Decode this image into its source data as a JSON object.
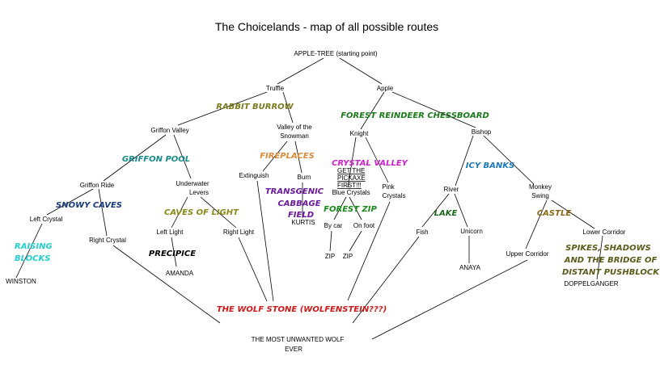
{
  "title": "The Choicelands - map of all possible routes",
  "nodes": {
    "start": "APPLE-TREE (starting point)",
    "truffle": "Truffle",
    "apple": "Apple",
    "griffon_valley": "Griffon Valley",
    "valley_snowman_1": "Valley of the",
    "valley_snowman_2": "Snowman",
    "knight": "Knight",
    "bishop": "Bishop",
    "griffon_ride": "Griffon Ride",
    "underwater_1": "Underwater",
    "underwater_2": "Levers",
    "extinguish": "Extinguish",
    "burn": "Burn",
    "get_pickaxe_1": "GET THE",
    "get_pickaxe_2": "PICKAXE",
    "get_pickaxe_3": "FIRST!!!",
    "blue_crystals": "Blue Crystals",
    "pink_crystals_1": "Pink",
    "pink_crystals_2": "Crystals",
    "river": "River",
    "monkey_swing_1": "Monkey",
    "monkey_swing_2": "Swing",
    "left_crystal": "Left Crystal",
    "right_crystal": "Right Crystal",
    "left_light": "Left Light",
    "right_light": "Right Light",
    "kurtis": "KURTIS",
    "by_car": "By car",
    "on_foot": "On foot",
    "zip1": "ZIP",
    "zip2": "ZIP",
    "fish": "Fish",
    "unicorn": "Unicorn",
    "anaya": "ANAYA",
    "upper_corridor": "Upper Corridor",
    "lower_corridor": "Lower Corridor",
    "doppelganger": "DOPPELGANGER",
    "winston": "WINSTON",
    "amanda": "AMANDA",
    "unwanted_1": "THE MOST UNWANTED WOLF",
    "unwanted_2": "EVER"
  },
  "areas": {
    "rabbit_burrow": "RABBIT BURROW",
    "forest_reindeer": "FOREST REINDEER CHESSBOARD",
    "griffon_pool": "GRIFFON POOL",
    "fireplaces": "FIREPLACES",
    "crystal_valley": "CRYSTAL VALLEY",
    "icy_banks": "ICY BANKS",
    "snowy_caves": "SNOWY CAVES",
    "transgenic_1": "TRANSGENIC",
    "transgenic_2": "CABBAGE",
    "transgenic_3": "FIELD",
    "forest_zip": "FOREST ZIP",
    "lake": "LAKE",
    "castle": "CASTLE",
    "caves_of_light": "CAVES OF LIGHT",
    "raising_1": "RAISING",
    "raising_2": "BLOCKS",
    "precipice": "PRECIPICE",
    "spikes_1": "SPIKES, SHADOWS",
    "spikes_2": "AND THE BRIDGE OF",
    "spikes_3": "DISTANT PUSHBLOCK",
    "wolf_stone": "THE WOLF STONE (WOLFENSTEIN???)"
  },
  "colors": {
    "rabbit_burrow": "#7a7a1e",
    "forest_reindeer": "#1a7a1a",
    "griffon_pool": "#1a8a8a",
    "fireplaces": "#d98a3a",
    "crystal_valley": "#cc22cc",
    "icy_banks": "#1a7ab8",
    "snowy_caves": "#1a3a7a",
    "transgenic": "#6a1a9a",
    "forest_zip": "#1a8a1a",
    "lake": "#1a6a1a",
    "castle": "#8a6a1a",
    "caves_of_light": "#8a8a1a",
    "raising_blocks": "#22cccc",
    "precipice": "#000000",
    "spikes": "#5a5a1a",
    "wolf_stone": "#cc1a1a",
    "pickaxe": "#8a1a1a"
  }
}
